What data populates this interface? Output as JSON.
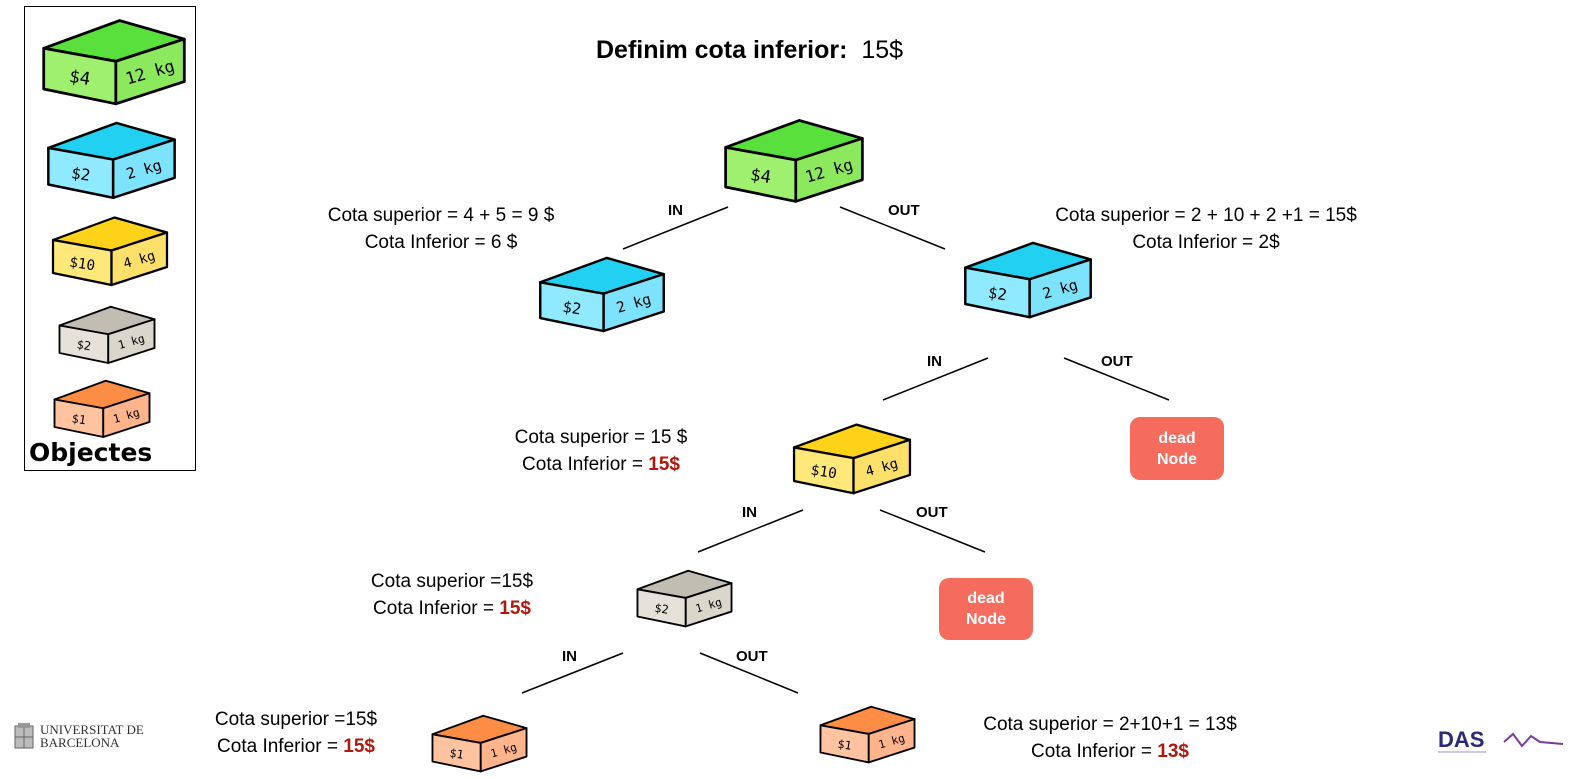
{
  "heading": {
    "prefix": "Definim cota inferior:",
    "value": "15$"
  },
  "legend": {
    "title": "Objectes",
    "items": [
      {
        "price": "$4",
        "weight": "12 kg",
        "top": "#59e03d",
        "front": "#9ef06e",
        "side": "#8ce85c"
      },
      {
        "price": "$2",
        "weight": "2 kg",
        "top": "#22d0f2",
        "front": "#8feaff",
        "side": "#7de2fb"
      },
      {
        "price": "$10",
        "weight": "4 kg",
        "top": "#ffd21a",
        "front": "#ffe87a",
        "side": "#fde06a"
      },
      {
        "price": "$2",
        "weight": "1 kg",
        "top": "#c2bdb2",
        "front": "#e6e2d9",
        "side": "#dad6cc"
      },
      {
        "price": "$1",
        "weight": "1 kg",
        "top": "#fd8d44",
        "front": "#ffc3a0",
        "side": "#ffb48c"
      }
    ]
  },
  "tree": {
    "edge_in": "IN",
    "edge_out": "OUT",
    "dead_node": {
      "line1": "dead",
      "line2": "Node"
    },
    "notes": {
      "n1": {
        "sup": "Cota superior = 4 + 5 = 9 $",
        "inf_prefix": "Cota Inferior = 6 $",
        "inf_value": ""
      },
      "n2": {
        "sup": "Cota superior = 2 + 10 + 2 +1 = 15$",
        "inf_prefix": "Cota Inferior = 2$",
        "inf_value": ""
      },
      "n3": {
        "sup": "Cota superior = 15 $",
        "inf_prefix": "Cota Inferior = ",
        "inf_value": "15$"
      },
      "n4": {
        "sup": "Cota superior =15$",
        "inf_prefix": "Cota Inferior = ",
        "inf_value": "15$"
      },
      "n5": {
        "sup": "Cota superior =15$",
        "inf_prefix": "Cota Inferior = ",
        "inf_value": "15$"
      },
      "n6": {
        "sup": "Cota superior = 2+10+1 = 13$",
        "inf_prefix": "Cota Inferior = ",
        "inf_value": "13$"
      }
    }
  },
  "logos": {
    "ub_line1": "UNIVERSITAT DE",
    "ub_line2": "BARCELONA",
    "das": "DAS"
  }
}
